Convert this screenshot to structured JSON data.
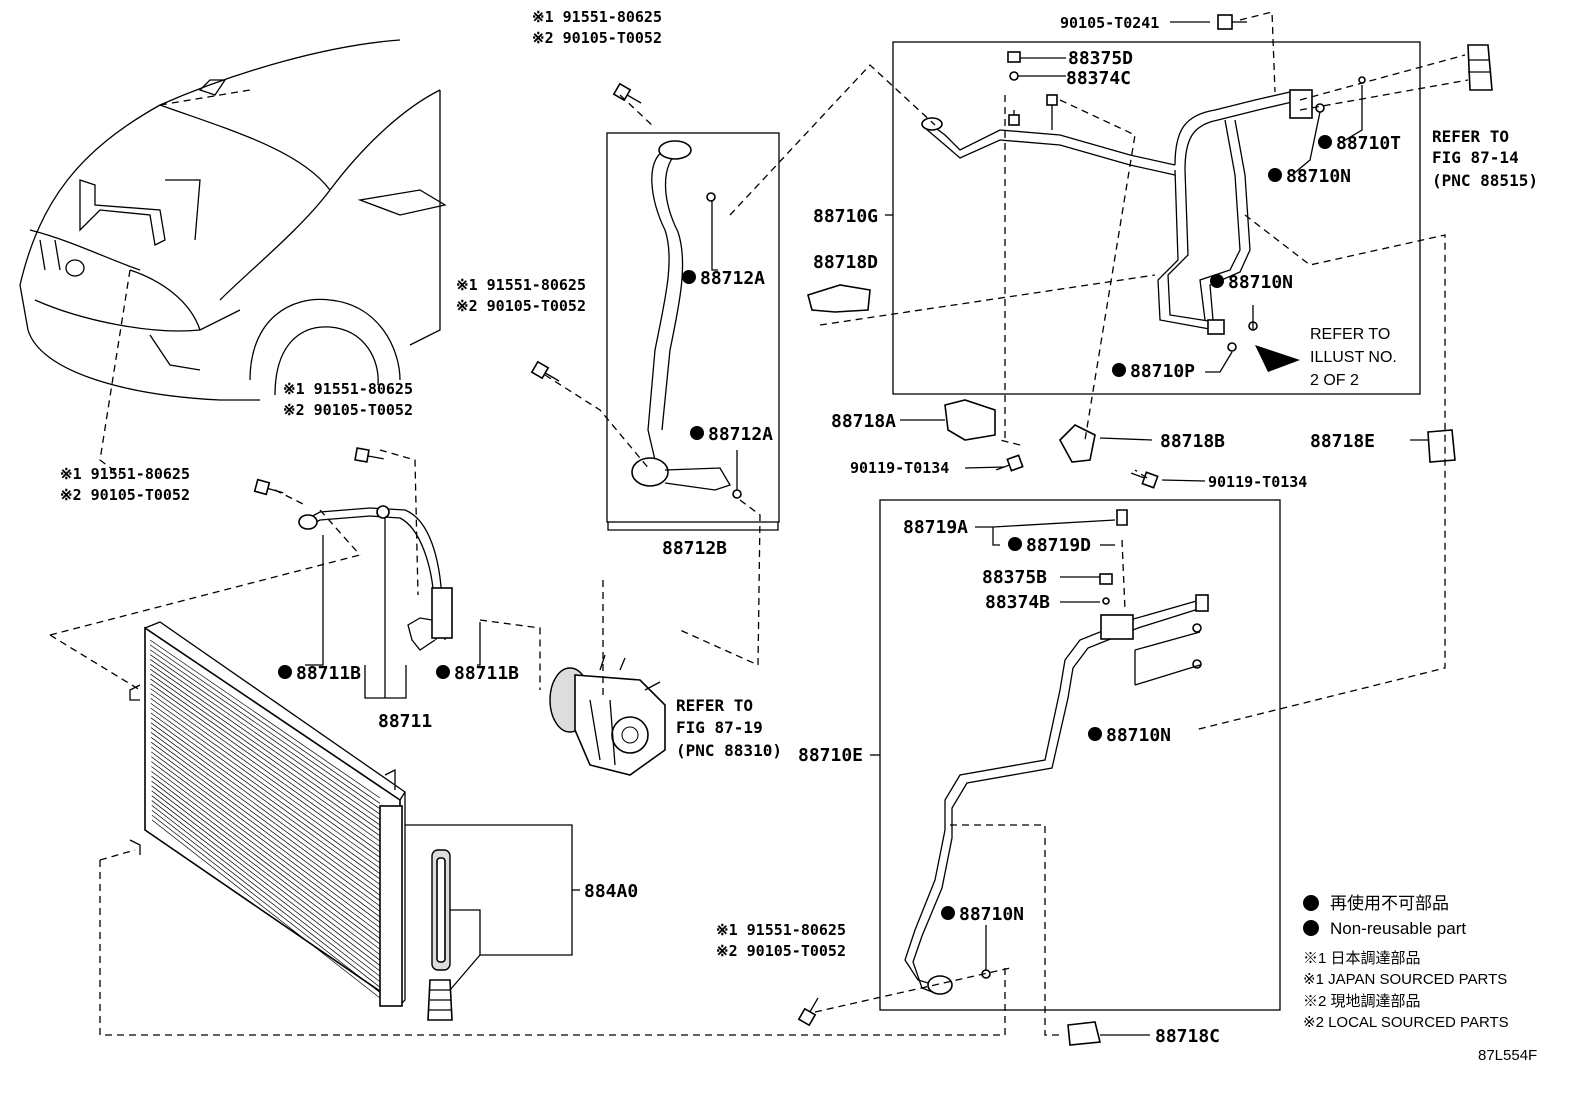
{
  "parts": {
    "p_88712A_top": "88712A",
    "p_88712A_bot": "88712A",
    "p_88712B": "88712B",
    "p_88711B_l": "88711B",
    "p_88711B_r": "88711B",
    "p_88711": "88711",
    "p_884A0": "884A0",
    "p_90105_T0241": "90105-T0241",
    "p_88375D": "88375D",
    "p_88374C": "88374C",
    "p_88710T": "88710T",
    "p_88710N_a": "88710N",
    "p_88710N_b": "88710N",
    "p_88710N_c": "88710N",
    "p_88710N_d": "88710N",
    "p_88710G": "88710G",
    "p_88718D": "88718D",
    "p_88710P": "88710P",
    "p_88718A": "88718A",
    "p_88718B": "88718B",
    "p_88718E": "88718E",
    "p_90119_a": "90119-T0134",
    "p_90119_b": "90119-T0134",
    "p_88719A": "88719A",
    "p_88719D": "88719D",
    "p_88375B": "88375B",
    "p_88374B": "88374B",
    "p_88710E": "88710E",
    "p_88718C": "88718C"
  },
  "bolt_labels": {
    "b1_l1": "※1 91551-80625",
    "b1_l2": "※2 90105-T0052",
    "b2_l1": "※1 91551-80625",
    "b2_l2": "※2 90105-T0052",
    "b3_l1": "※1 91551-80625",
    "b3_l2": "※2 90105-T0052",
    "b4_l1": "※1 91551-80625",
    "b4_l2": "※2 90105-T0052",
    "b5_l1": "※1 91551-80625",
    "b5_l2": "※2 90105-T0052"
  },
  "refers": {
    "fig_87_14_l1": "REFER TO",
    "fig_87_14_l2": "FIG 87-14",
    "fig_87_14_l3": "(PNC 88515)",
    "fig_87_19_l1": "REFER TO",
    "fig_87_19_l2": "FIG 87-19",
    "fig_87_19_l3": "(PNC 88310)",
    "illust_l1": "REFER TO",
    "illust_l2": "ILLUST NO.",
    "illust_l3": "2 OF 2"
  },
  "legend": {
    "jp_nonreusable": "再使用不可部品",
    "en_nonreusable": "Non-reusable part",
    "jp_japan": "※1 日本調達部品",
    "en_japan": "※1 JAPAN SOURCED PARTS",
    "jp_local": "※2 現地調達部品",
    "en_local": "※2 LOCAL SOURCED PARTS"
  },
  "figure_id": "87L554F"
}
